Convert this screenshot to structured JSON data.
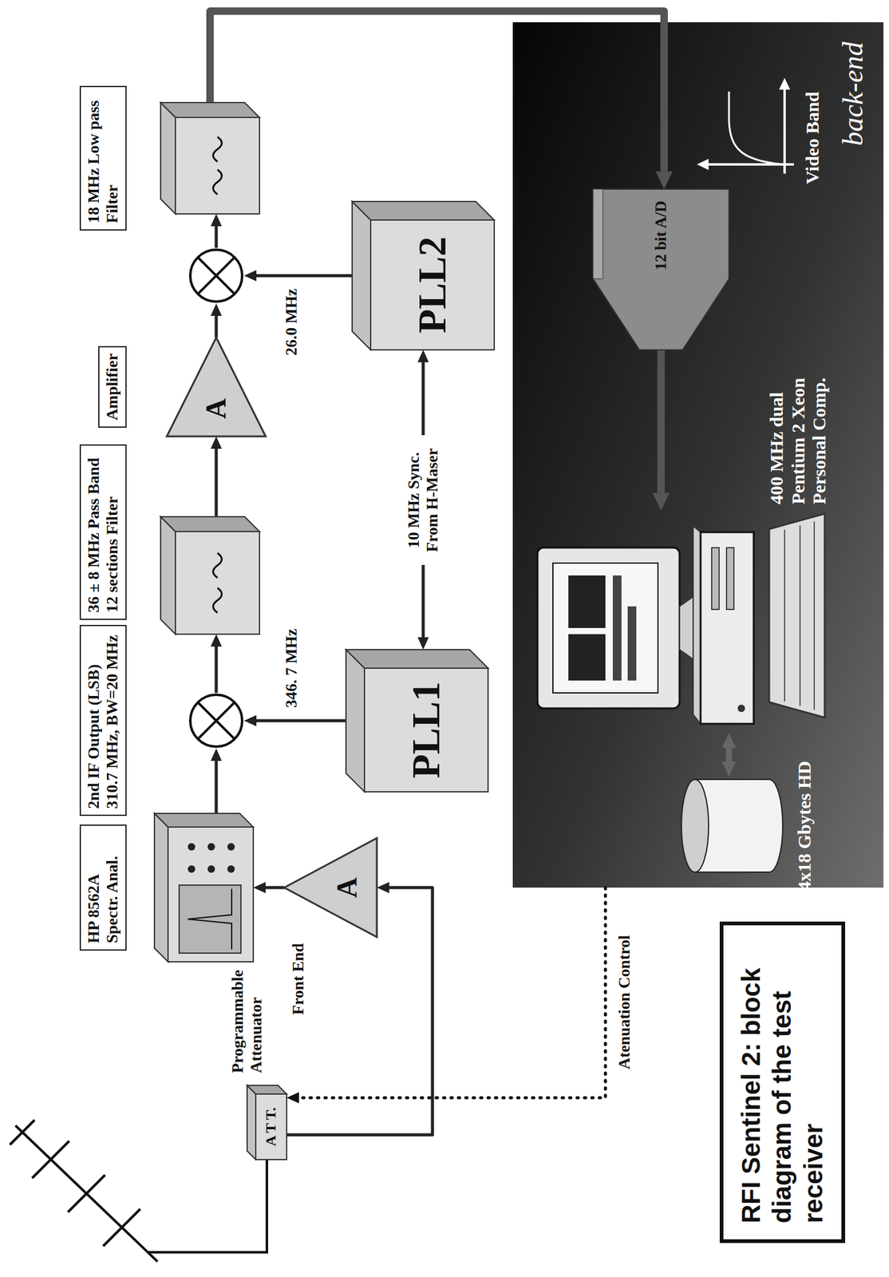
{
  "diagram": {
    "caption": "RFI Sentinel 2: block diagram of the test receiver",
    "nodes": [
      {
        "text": [
          "A T T.",
          "Programmable Attenuator"
        ]
      },
      {
        "text": [
          "A",
          "Front End"
        ]
      },
      {
        "text": [
          "HP 8562A Spectr. Anal."
        ]
      },
      {
        "text": [
          "2nd IF Output (LSB) 310.7 MHz, BW=20 MHz"
        ]
      },
      {
        "text": [
          "PLL1"
        ]
      },
      {
        "text": [
          "36 ± 8 MHz Pass Band 12 sections Filter"
        ]
      },
      {
        "text": [
          "A",
          "Amplifier"
        ]
      },
      {
        "text": []
      },
      {
        "text": [
          "PLL2"
        ]
      },
      {
        "text": [
          "18 MHz Low pass Filter"
        ]
      },
      {
        "text": [
          "back-end"
        ]
      },
      {
        "text": [
          "12 bit A/D"
        ],
        "in": 10
      },
      {
        "text": [
          "400 MHz dual Pentium 2 Xeon Personal Comp."
        ],
        "in": 10
      },
      {
        "text": [
          "4x18 Gbytes HD"
        ],
        "in": 10
      }
    ],
    "edges": [
      {
        "from": 0,
        "to": 1,
        "arrow": "to"
      },
      {
        "from": 1,
        "to": 2,
        "arrow": "to"
      },
      {
        "from": 2,
        "to": 3,
        "arrow": "to"
      },
      {
        "from": 4,
        "to": 3,
        "label": "346. 7 MHz",
        "arrow": "to"
      },
      {
        "from": 3,
        "to": 5,
        "arrow": "to"
      },
      {
        "from": 5,
        "to": 6,
        "arrow": "to"
      },
      {
        "from": 6,
        "to": 7,
        "arrow": "to"
      },
      {
        "from": 8,
        "to": 7,
        "label": "26.0 MHz",
        "arrow": "to"
      },
      {
        "from": 7,
        "to": 9,
        "arrow": "to"
      },
      {
        "from": 4,
        "to": 8,
        "label": "10 MHz Sync. From H-Maser",
        "arrow": "both"
      },
      {
        "from": 9,
        "to": 11,
        "arrow": "to"
      },
      {
        "from": 11,
        "to": 12,
        "arrow": "to"
      },
      {
        "from": 13,
        "to": 12,
        "arrow": "both"
      },
      {
        "from": 10,
        "to": 0,
        "label": "Atenuation Control",
        "arrow": "to"
      }
    ],
    "labels": [
      "Video Band"
    ]
  }
}
